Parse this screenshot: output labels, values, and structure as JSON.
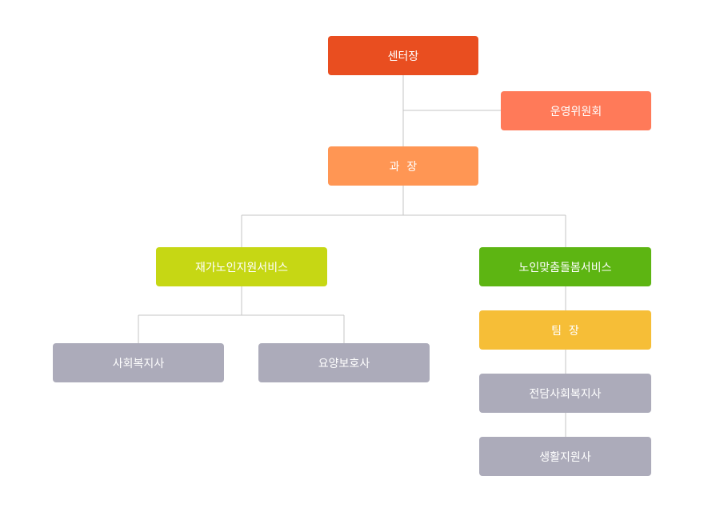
{
  "colors": {
    "line": "#c4c4c4",
    "director": "#e94e20",
    "committee": "#ff7a59",
    "section": "#ff9654",
    "homecare": "#c6d714",
    "seniorcare": "#5db512",
    "teamlead": "#f6be37",
    "staff": "#acabba"
  },
  "nodes": {
    "director": "센터장",
    "committee": "운영위원회",
    "section": "과  장",
    "homecare": "재가노인지원서비스",
    "seniorcare": "노인맞춤돌봄서비스",
    "social_worker": "사회복지사",
    "caregiver": "요양보호사",
    "team_lead": "팀  장",
    "dedicated_worker": "전담사회복지사",
    "life_support": "생활지원사"
  }
}
